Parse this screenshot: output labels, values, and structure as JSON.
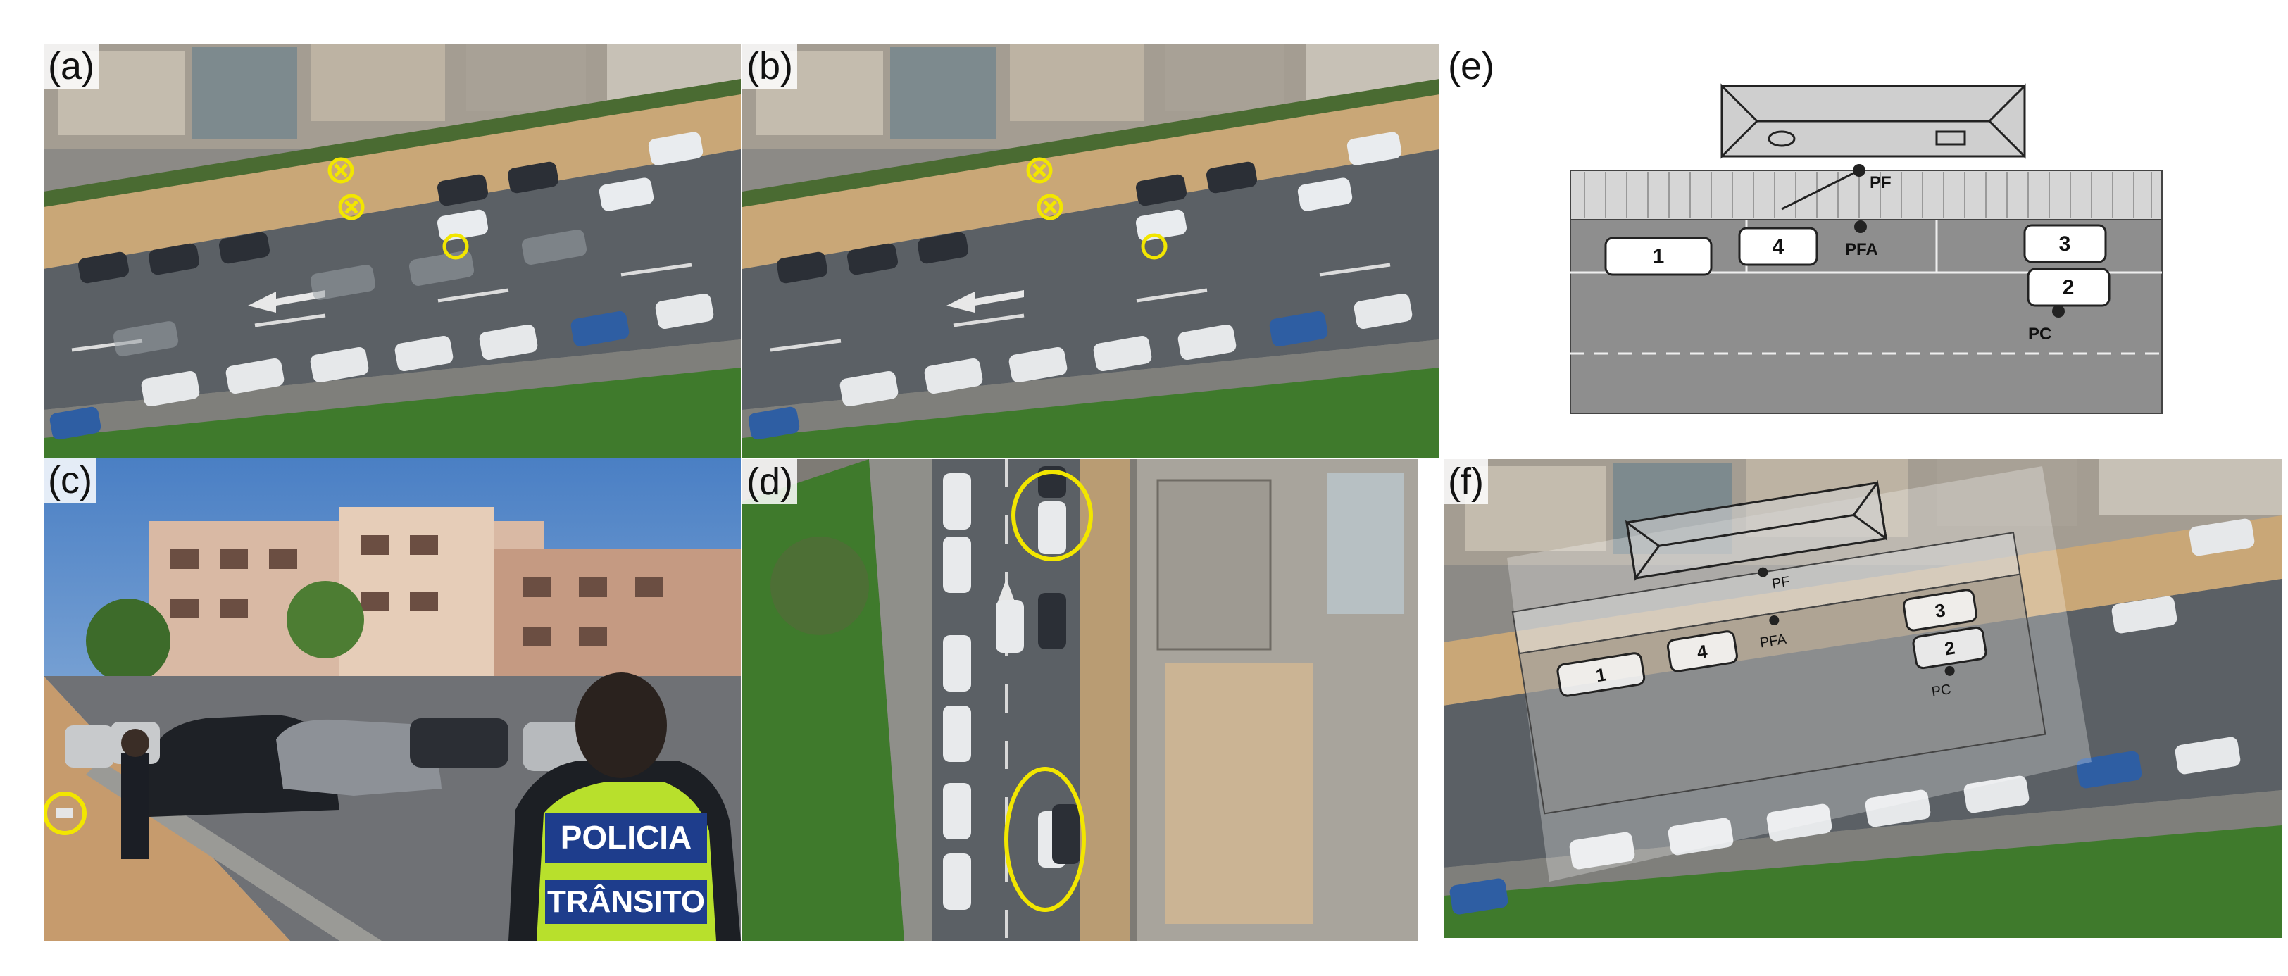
{
  "figure": {
    "panels": [
      {
        "id": "a",
        "label": "(a)"
      },
      {
        "id": "b",
        "label": "(b)"
      },
      {
        "id": "c",
        "label": "(c)"
      },
      {
        "id": "d",
        "label": "(d)"
      },
      {
        "id": "e",
        "label": "(e)"
      },
      {
        "id": "f",
        "label": "(f)"
      }
    ]
  },
  "sketch": {
    "cars": [
      "1",
      "4",
      "3",
      "2"
    ],
    "markers": {
      "pf": "PF",
      "pfa": "PFA",
      "pc": "PC"
    }
  },
  "vest": {
    "line1": "POLICIA",
    "line2": "TRÂNSITO"
  },
  "colors": {
    "highlight": "#f2e600",
    "asphalt": "#5b6065",
    "sidewalk": "#c9a777",
    "grass": "#3f7a2c",
    "vest": "#b8e02c",
    "vest_band": "#1e3d8c"
  }
}
